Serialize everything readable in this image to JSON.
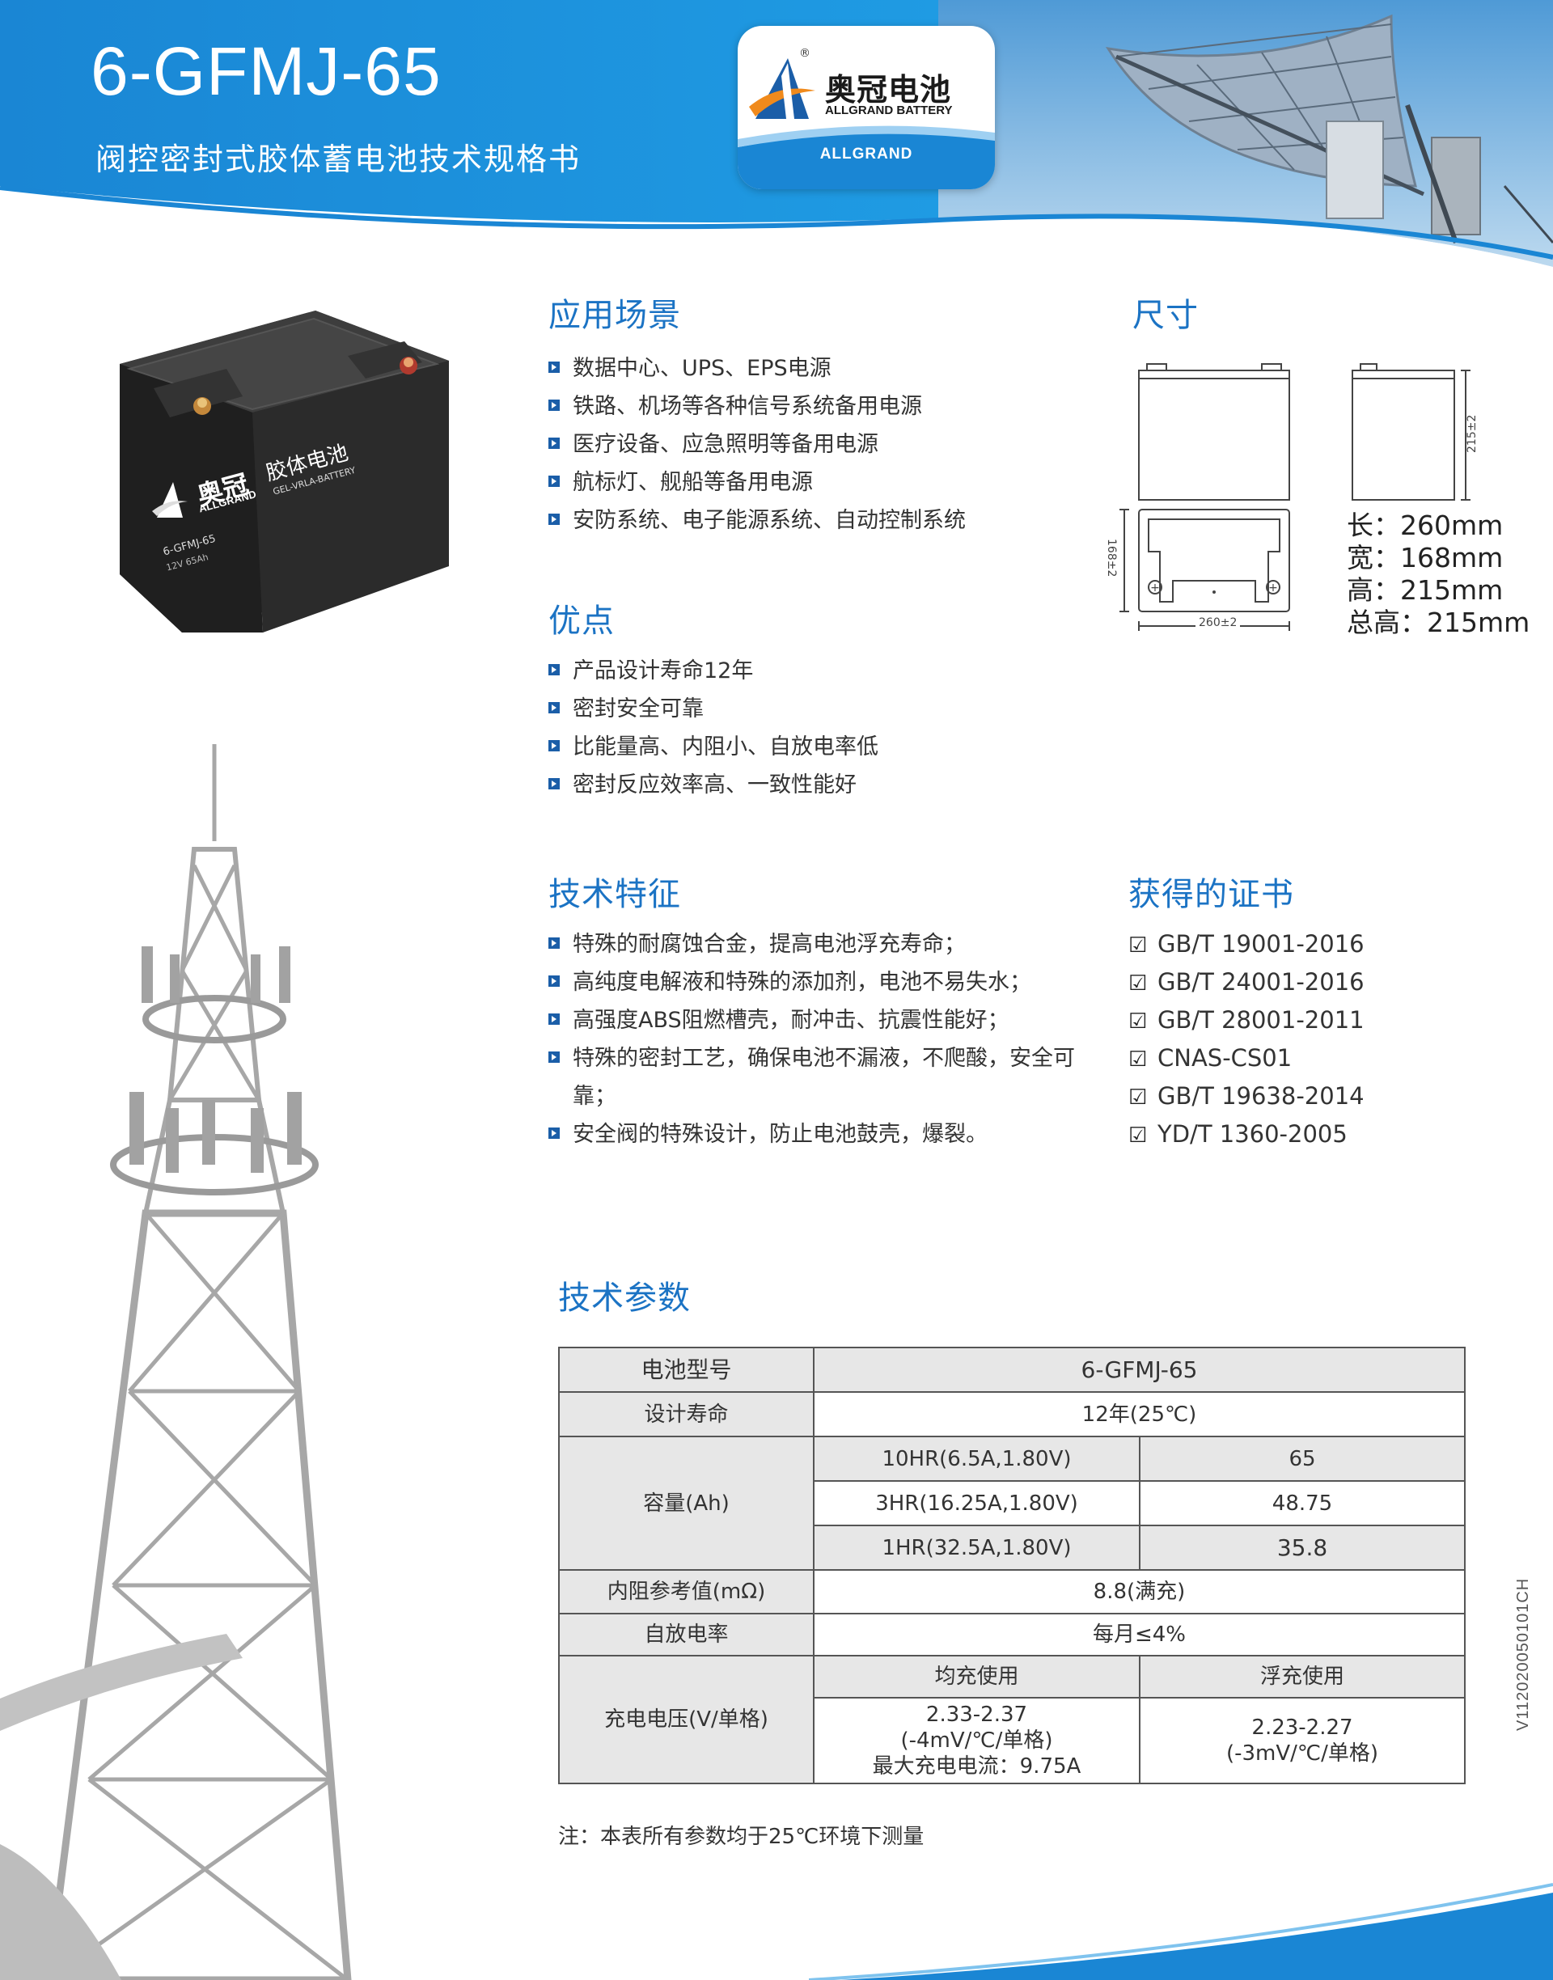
{
  "header": {
    "model": "6-GFMJ-65",
    "subtitle": "阀控密封式胶体蓄电池技术规格书"
  },
  "logo": {
    "cn_name": "奥冠电池",
    "en_name": "ALLGRAND BATTERY",
    "band_text": "ALLGRAND",
    "registered_mark": "®"
  },
  "battery_label": {
    "brand_cn": "奥冠",
    "brand_en": "ALLGRAND",
    "product_cn": "胶体电池",
    "product_en": "GEL-VRLA-BATTERY",
    "model": "6-GFMJ-65",
    "rating": "12V 65Ah"
  },
  "applications": {
    "title": "应用场景",
    "items": [
      "数据中心、UPS、EPS电源",
      "铁路、机场等各种信号系统备用电源",
      "医疗设备、应急照明等备用电源",
      "航标灯、舰船等备用电源",
      "安防系统、电子能源系统、自动控制系统"
    ]
  },
  "advantages": {
    "title": "优点",
    "items": [
      "产品设计寿命12年",
      "密封安全可靠",
      "比能量高、内阻小、自放电率低",
      "密封反应效率高、一致性能好"
    ]
  },
  "features": {
    "title": "技术特征",
    "items": [
      "特殊的耐腐蚀合金，提高电池浮充寿命；",
      "高纯度电解液和特殊的添加剂，电池不易失水；",
      "高强度ABS阻燃槽壳，耐冲击、抗震性能好；",
      "特殊的密封工艺，确保电池不漏液，不爬酸，安全可靠；",
      "安全阀的特殊设计，防止电池鼓壳，爆裂。"
    ]
  },
  "dimensions": {
    "title": "尺寸",
    "length": "长：260mm",
    "width": "宽：168mm",
    "height": "高：215mm",
    "total_height": "总高：215mm",
    "drawing_height_label": "215±2",
    "drawing_width_label": "168±2",
    "drawing_length_label": "260±2"
  },
  "certificates": {
    "title": "获得的证书",
    "check_symbol": "☑",
    "items": [
      "GB/T 19001-2016",
      "GB/T 24001-2016",
      "GB/T 28001-2011",
      "CNAS-CS01",
      "GB/T 19638-2014",
      "YD/T 1360-2005"
    ]
  },
  "specs": {
    "title": "技术参数",
    "model_label": "电池型号",
    "model_value": "6-GFMJ-65",
    "life_label": "设计寿命",
    "life_value": "12年(25℃)",
    "capacity_label": "容量(Ah)",
    "capacity_rows": [
      {
        "condition": "10HR(6.5A,1.80V)",
        "value": "65"
      },
      {
        "condition": "3HR(16.25A,1.80V)",
        "value": "48.75"
      },
      {
        "condition": "1HR(32.5A,1.80V)",
        "value": "35.8"
      }
    ],
    "resistance_label": "内阻参考值(mΩ)",
    "resistance_value": "8.8(满充)",
    "self_discharge_label": "自放电率",
    "self_discharge_value": "每月≤4%",
    "charge_label": "充电电压(V/单格)",
    "charge_equal_header": "均充使用",
    "charge_float_header": "浮充使用",
    "charge_equal_line1": "2.33-2.37",
    "charge_equal_line2": "(-4mV/℃/单格)",
    "charge_equal_line3": "最大充电电流：9.75A",
    "charge_float_line1": "2.23-2.27",
    "charge_float_line2": "(-3mV/℃/单格)"
  },
  "note": "注：本表所有参数均于25℃环境下测量",
  "doc_code": "V112020050101CH",
  "colors": {
    "header_blue": "#1a8fd8",
    "heading_blue": "#1b73c4",
    "bullet_blue": "#1b5ea8",
    "table_shade": "#e7e7e7"
  }
}
